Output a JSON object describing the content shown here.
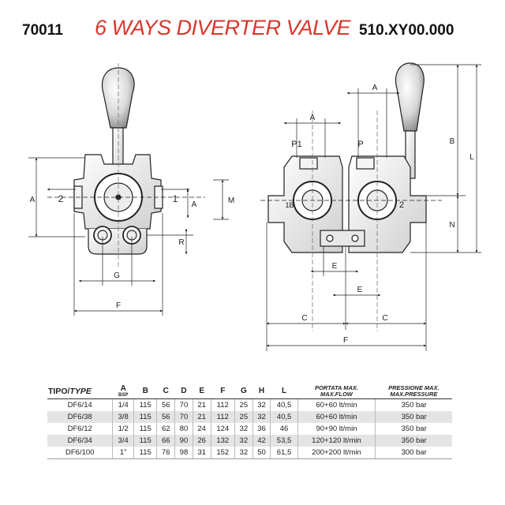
{
  "header": {
    "code_left": "70011",
    "title": "6 WAYS DIVERTER VALVE",
    "code_right": "510.XY00.000"
  },
  "drawing_labels": {
    "A": "A",
    "B": "B",
    "C": "C",
    "E": "E",
    "F": "F",
    "G": "G",
    "L": "L",
    "M": "M",
    "N": "N",
    "R": "R",
    "port_1": "1",
    "port_2": "2",
    "port_P1": "P1",
    "port_P": "P",
    "port_1B": "1B"
  },
  "colors": {
    "title": "#d9362c",
    "row_alt": "#e4e4e4"
  },
  "table": {
    "headers": {
      "tipo": "TIPO/",
      "type": "TYPE",
      "a": "A",
      "a_sub": "BSP",
      "b": "B",
      "c": "C",
      "d": "D",
      "e": "E",
      "f": "F",
      "g": "G",
      "h": "H",
      "l": "L",
      "flow": "PORTATA MAX.",
      "flow_en": "MAX.FLOW",
      "pressure": "PRESSIONE MAX.",
      "pressure_en": "MAX.PRESSURE"
    },
    "rows": [
      {
        "type": "DF6/14",
        "a": "1/4",
        "b": "115",
        "c": "56",
        "d": "70",
        "e": "21",
        "f": "112",
        "g": "25",
        "h": "32",
        "l": "40,5",
        "flow": "60+60 lt/min",
        "pressure": "350 bar"
      },
      {
        "type": "DF6/38",
        "a": "3/8",
        "b": "115",
        "c": "56",
        "d": "70",
        "e": "21",
        "f": "112",
        "g": "25",
        "h": "32",
        "l": "40,5",
        "flow": "60+60 lt/min",
        "pressure": "350 bar"
      },
      {
        "type": "DF6/12",
        "a": "1/2",
        "b": "115",
        "c": "62",
        "d": "80",
        "e": "24",
        "f": "124",
        "g": "32",
        "h": "36",
        "l": "46",
        "flow": "90+90 lt/min",
        "pressure": "350 bar"
      },
      {
        "type": "DF6/34",
        "a": "3/4",
        "b": "115",
        "c": "66",
        "d": "90",
        "e": "26",
        "f": "132",
        "g": "32",
        "h": "42",
        "l": "53,5",
        "flow": "120+120 lt/min",
        "pressure": "350 bar"
      },
      {
        "type": "DF6/100",
        "a": "1\"",
        "b": "115",
        "c": "76",
        "d": "98",
        "e": "31",
        "f": "152",
        "g": "32",
        "h": "50",
        "l": "61,5",
        "flow": "200+200 lt/min",
        "pressure": "300 bar"
      }
    ]
  }
}
